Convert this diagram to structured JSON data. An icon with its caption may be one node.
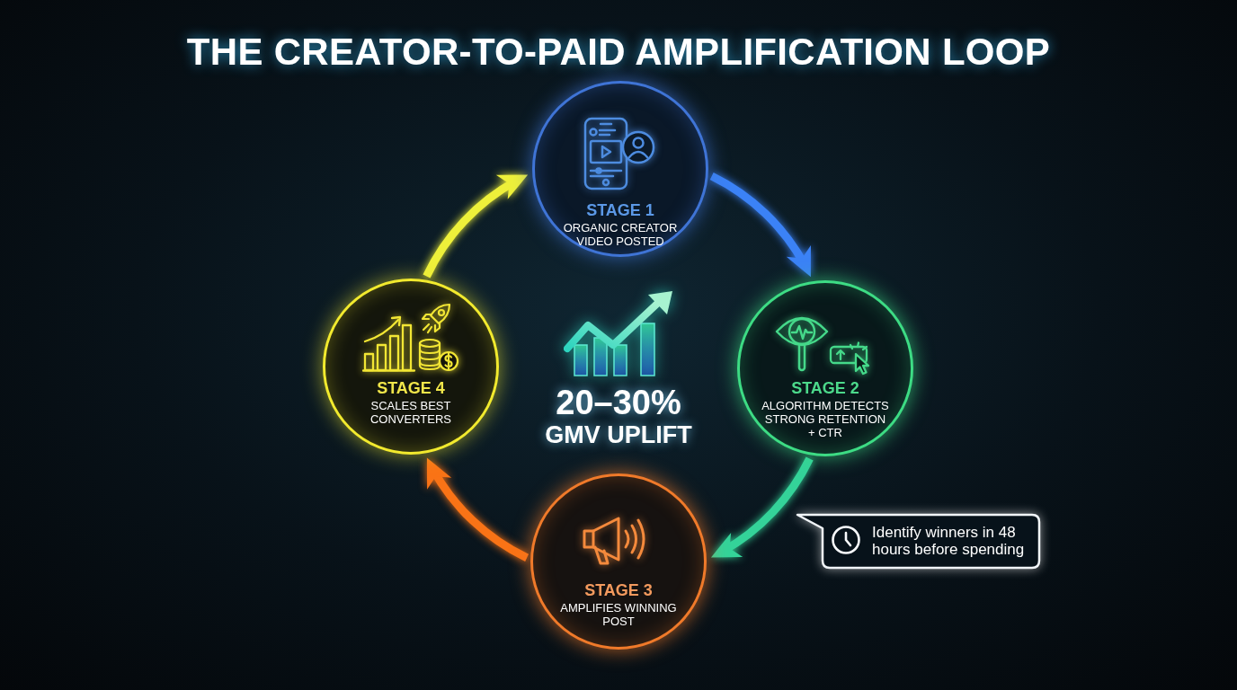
{
  "diagram": {
    "title": "THE CREATOR-TO-PAID AMPLIFICATION LOOP",
    "nodes": [
      {
        "text": [
          "STAGE 1",
          "ORGANIC CREATOR VIDEO POSTED"
        ]
      },
      {
        "text": [
          "STAGE 2",
          "ALGORITHM DETECTS STRONG RETENTION + CTR"
        ]
      },
      {
        "text": [
          "STAGE 3",
          "AMPLIFIES WINNING POST"
        ]
      },
      {
        "text": [
          "STAGE 4",
          "SCALES BEST CONVERTERS"
        ]
      },
      {
        "text": [
          "Identify winners in 48 hours before spending"
        ]
      }
    ],
    "edges": [
      {
        "from": 0,
        "to": 1,
        "arrow": "to",
        "color": "#3b82f6"
      },
      {
        "from": 1,
        "to": 2,
        "arrow": "to",
        "color": "#34d399"
      },
      {
        "from": 2,
        "to": 3,
        "arrow": "to",
        "color": "#f97316"
      },
      {
        "from": 3,
        "to": 0,
        "arrow": "to",
        "color": "#eef03a"
      }
    ],
    "labels": [
      "20–30%",
      "GMV UPLIFT"
    ]
  }
}
